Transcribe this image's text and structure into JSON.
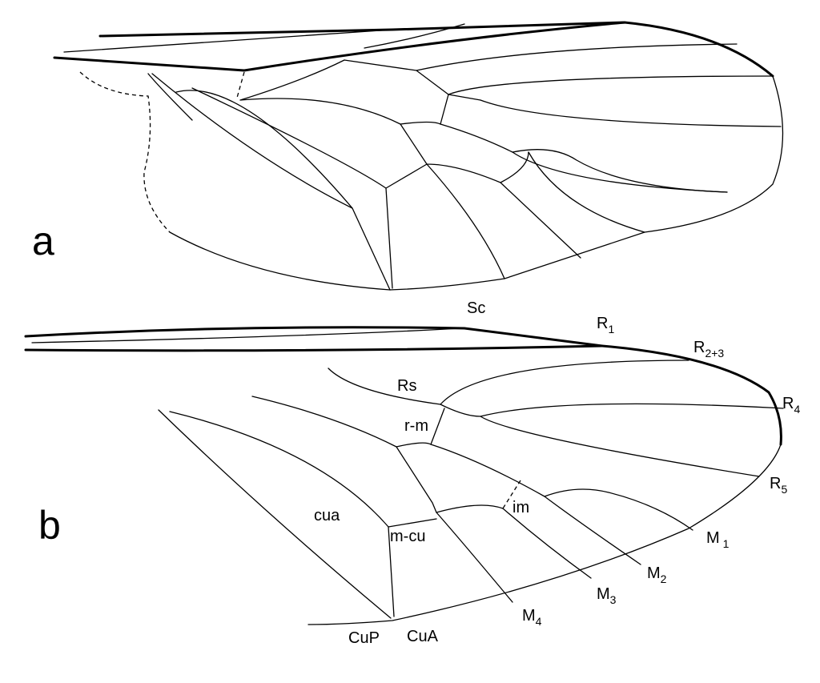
{
  "panels": {
    "a": "a",
    "b": "b"
  },
  "labels": {
    "sc": "Sc",
    "r1": {
      "base": "R",
      "sub": "1"
    },
    "r23": {
      "base": "R",
      "sub": "2+3"
    },
    "r4": {
      "base": "R",
      "sub": "4"
    },
    "r5": {
      "base": "R",
      "sub": "5"
    },
    "rs": "Rs",
    "rm": "r-m",
    "im": "im",
    "cua_vein": "cua",
    "mcu": "m-cu",
    "m1": {
      "base": "M",
      "sub": "1"
    },
    "m2": {
      "base": "M",
      "sub": "2"
    },
    "m3": {
      "base": "M",
      "sub": "3"
    },
    "m4": {
      "base": "M",
      "sub": "4"
    },
    "cup": "CuP",
    "cua": "CuA"
  }
}
